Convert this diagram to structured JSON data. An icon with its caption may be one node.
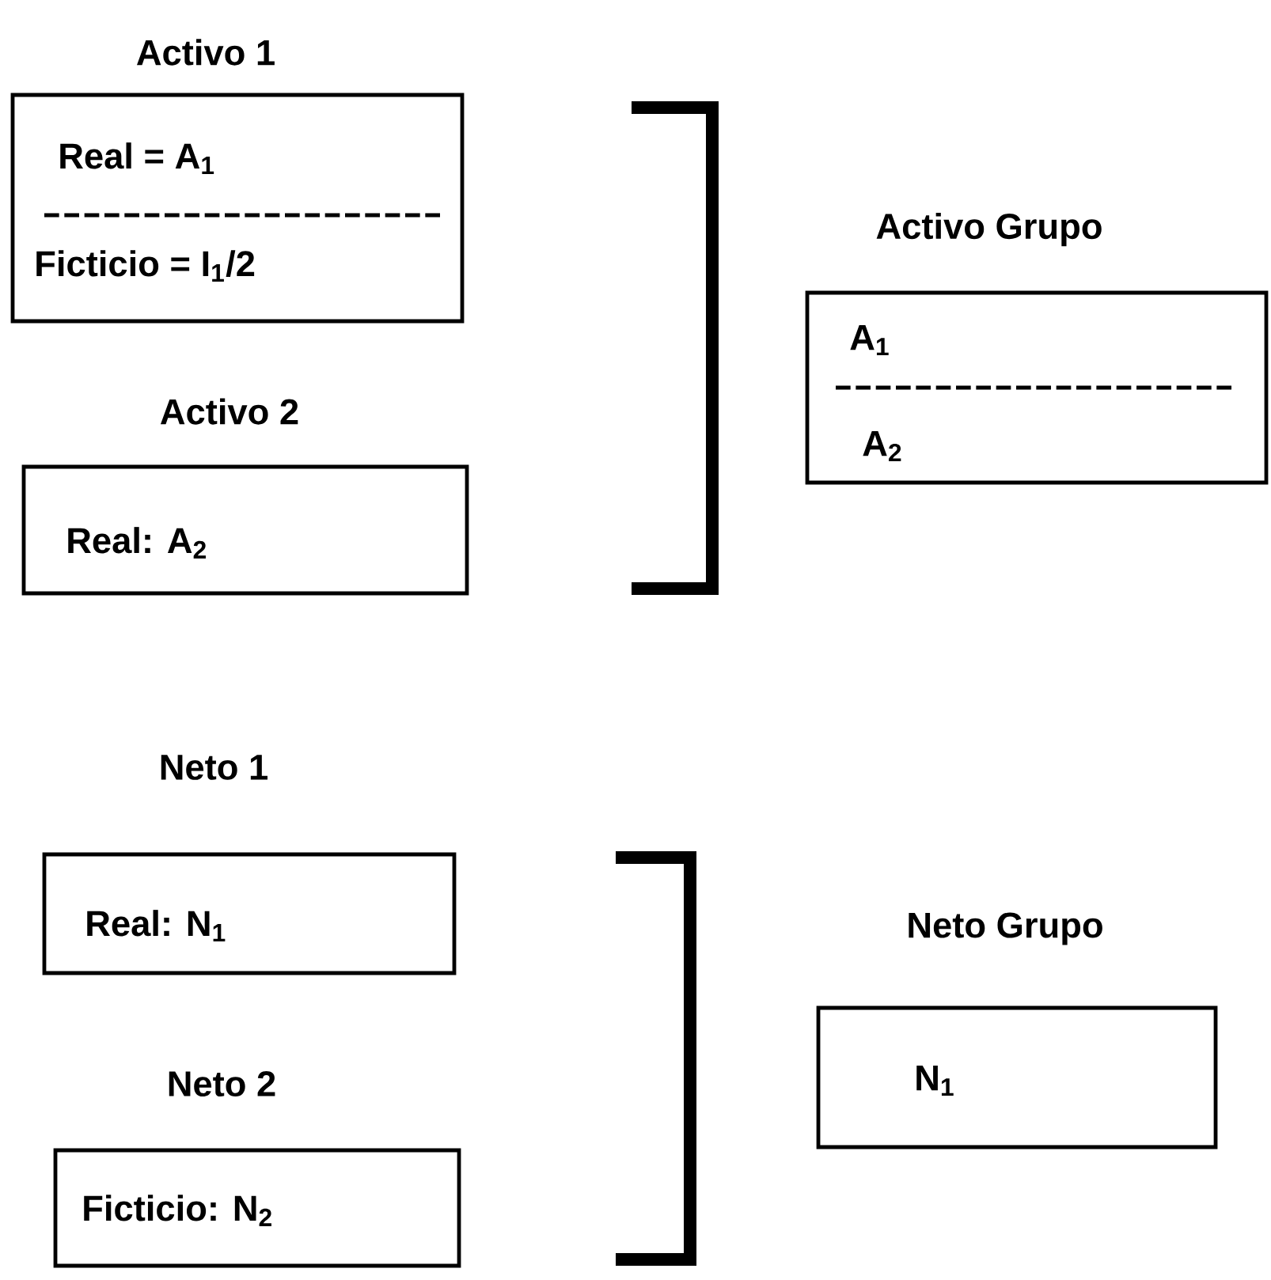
{
  "diagram": {
    "nodes": [
      {
        "text": [
          "Activo 1",
          "Real = A$_{1}$",
          "Ficticio = I$_{1}$/2"
        ]
      },
      {
        "text": [
          "Activo 2",
          "Real: A$_{2}$"
        ]
      },
      {
        "text": [
          "Activo Grupo",
          "A$_{1}$",
          "A$_{2}$"
        ]
      },
      {
        "text": [
          "Neto 1",
          "Real: N$_{1}$"
        ]
      },
      {
        "text": [
          "Neto 2",
          "Ficticio: N$_{2}$"
        ]
      },
      {
        "text": [
          "Neto Grupo",
          "N$_{1}$"
        ]
      }
    ]
  }
}
